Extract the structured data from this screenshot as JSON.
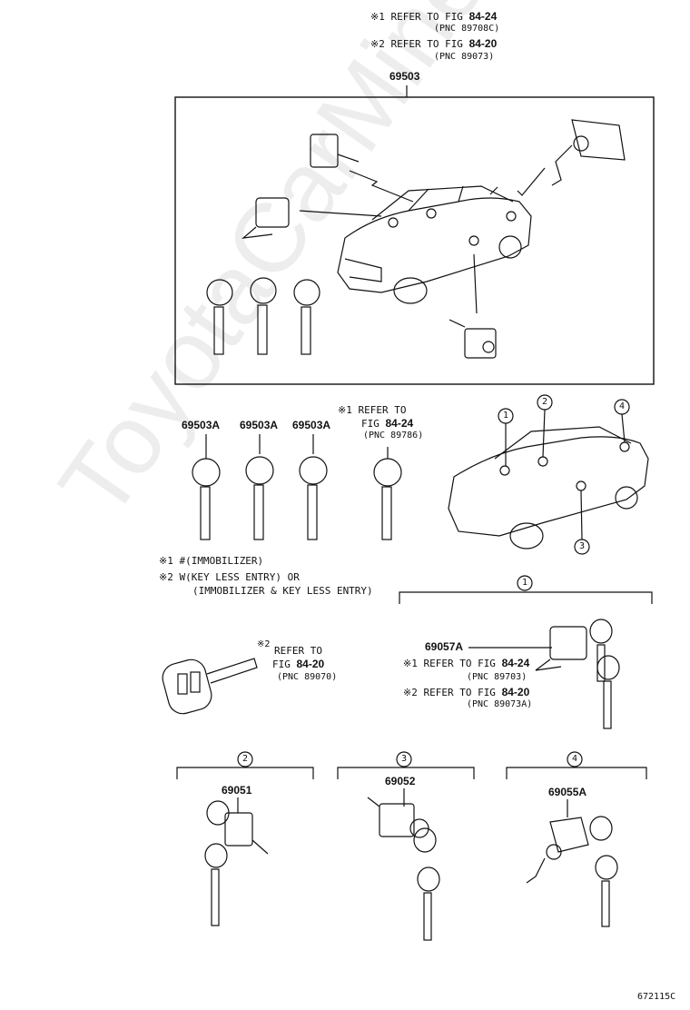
{
  "header": {
    "note1": "※1 REFER TO FIG",
    "note1_fig": "84-24",
    "note1_pnc": "(PNC 89708C)",
    "note2": "※2 REFER TO FIG",
    "note2_fig": "84-20",
    "note2_pnc": "(PNC 89073)"
  },
  "main_part": "69503",
  "key_parts": [
    "69503A",
    "69503A",
    "69503A"
  ],
  "key_ref": {
    "line1": "※1 REFER TO",
    "line2": "FIG",
    "fig": "84-24",
    "pnc": "(PNC 89786)"
  },
  "callouts": [
    "1",
    "2",
    "3",
    "4"
  ],
  "notes": {
    "n1": "※1 #(IMMOBILIZER)",
    "n2": "※2 W(KEY LESS ENTRY) OR",
    "n2b": "(IMMOBILIZER & KEY LESS ENTRY)"
  },
  "remote_ref": {
    "mark": "※2",
    "line1": "REFER TO",
    "line2": "FIG",
    "fig": "84-20",
    "pnc": "(PNC 89070)"
  },
  "group1": {
    "label": "1",
    "part": "69057A",
    "ref1": "※1 REFER TO FIG",
    "ref1_fig": "84-24",
    "ref1_pnc": "(PNC 89703)",
    "ref2": "※2 REFER TO FIG",
    "ref2_fig": "84-20",
    "ref2_pnc": "(PNC 89073A)"
  },
  "group2": {
    "label": "2",
    "part": "69051"
  },
  "group3": {
    "label": "3",
    "part": "69052"
  },
  "group4": {
    "label": "4",
    "part": "69055A"
  },
  "footer_code": "672115C",
  "watermark": "ToyotaCarMine.ru"
}
